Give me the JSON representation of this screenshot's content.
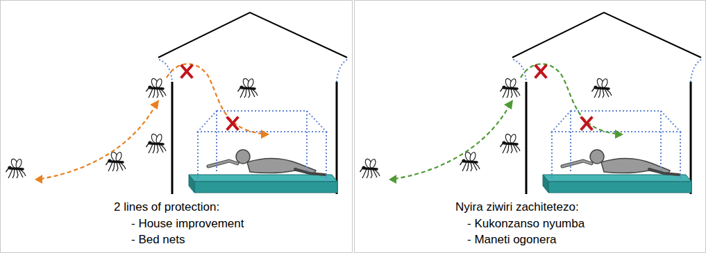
{
  "diagram": {
    "nodes": [
      {
        "text": [
          "2 lines of protection:",
          "- House improvement",
          "- Bed nets"
        ]
      },
      {
        "text": [
          "Nyira ziwiri zachitetezo:",
          "- Kukonzanso nyumba",
          "- Maneti ogonera"
        ]
      }
    ]
  }
}
